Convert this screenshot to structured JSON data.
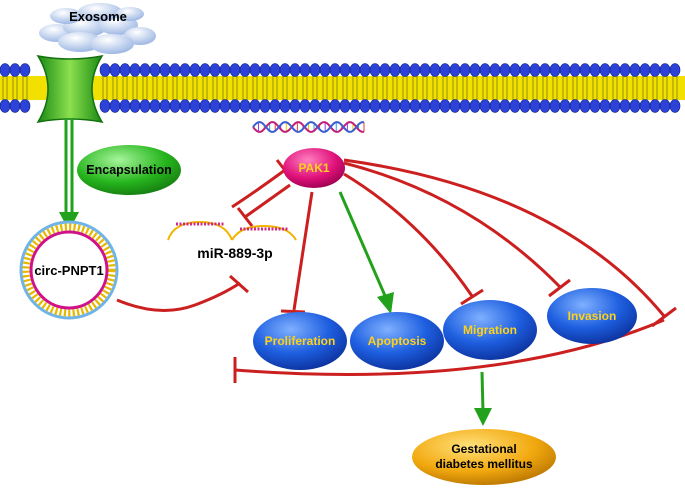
{
  "labels": {
    "exosome": "Exosome",
    "encapsulation": "Encapsulation",
    "circ": "circ-PNPT1",
    "mirna": "miR-889-3p",
    "pak1": "PAK1",
    "proliferation": "Proliferation",
    "apoptosis": "Apoptosis",
    "migration": "Migration",
    "invasion": "Invasion",
    "outcome_line1": "Gestational",
    "outcome_line2": "diabetes mellitus"
  },
  "colors": {
    "inhibit": "#cc1f1f",
    "promote": "#22a21c",
    "membrane_head": "#2d43d8",
    "membrane_tail": "#f2e000",
    "pak1": "#e0117a",
    "outcome": "#f2a90f",
    "ellipse_blue": "#1e5fe0",
    "ellipse_text": "#ffd21a",
    "encapsulation": "#26b51d",
    "circ_ring": "#d0128a"
  },
  "icons": {
    "membrane": "lipid-bilayer-icon",
    "channel": "membrane-channel-icon",
    "dna": "dna-helix-icon",
    "exosome": "exosome-cloud-icon"
  }
}
